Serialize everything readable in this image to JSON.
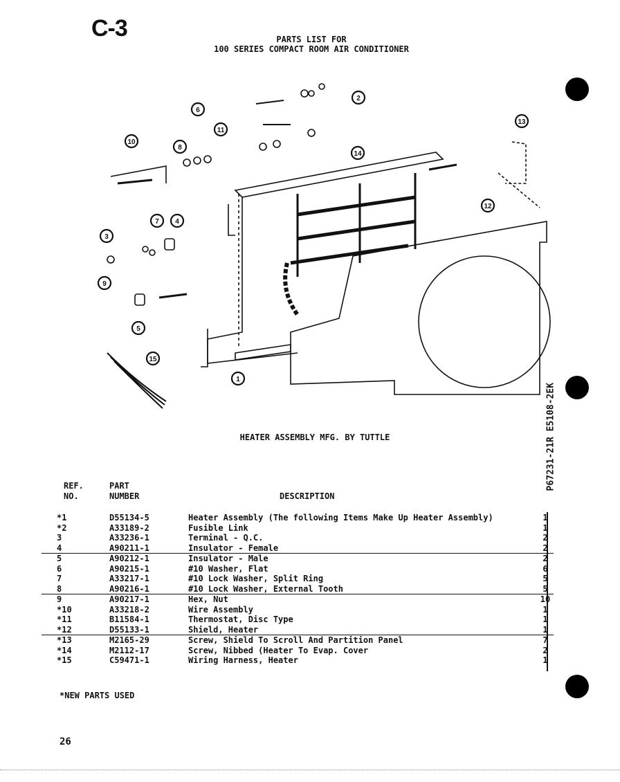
{
  "page_code": "C-3",
  "title_line1": "PARTS LIST FOR",
  "title_line2": "100 SERIES COMPACT ROOM AIR CONDITIONER",
  "caption": "HEATER ASSEMBLY MFG. BY TUTTLE",
  "side_code": "P67231-21R E5108-2EK",
  "headers": {
    "ref_line1": "REF.",
    "ref_line2": "NO.",
    "part_line1": "PART",
    "part_line2": "NUMBER",
    "description": "DESCRIPTION"
  },
  "rows": [
    {
      "ref": "*1",
      "part": "D55134-5",
      "desc": "Heater Assembly (The following Items Make Up Heater Assembly)",
      "qty": "1"
    },
    {
      "ref": "*2",
      "part": "A33189-2",
      "desc": "Fusible Link",
      "qty": "1"
    },
    {
      "ref": "3",
      "part": "A33236-1",
      "desc": "Terminal - Q.C.",
      "qty": "2"
    },
    {
      "ref": "4",
      "part": "A90211-1",
      "desc": "Insulator - Female",
      "qty": "2"
    },
    {
      "ref": "5",
      "part": "A90212-1",
      "desc": "Insulator - Male",
      "qty": "2"
    },
    {
      "ref": "6",
      "part": "A90215-1",
      "desc": "#10 Washer, Flat",
      "qty": "6"
    },
    {
      "ref": "7",
      "part": "A33217-1",
      "desc": "#10 Lock Washer, Split Ring",
      "qty": "5"
    },
    {
      "ref": "8",
      "part": "A90216-1",
      "desc": "#10 Lock Washer, External Tooth",
      "qty": "5"
    },
    {
      "ref": "9",
      "part": "A90217-1",
      "desc": "Hex, Nut",
      "qty": "10"
    },
    {
      "ref": "*10",
      "part": "A33218-2",
      "desc": "Wire Assembly",
      "qty": "1"
    },
    {
      "ref": "*11",
      "part": "B11584-1",
      "desc": "Thermostat, Disc Type",
      "qty": "1"
    },
    {
      "ref": "*12",
      "part": "D55133-1",
      "desc": "Shield, Heater",
      "qty": "1"
    },
    {
      "ref": "*13",
      "part": "M2165-29",
      "desc": "Screw, Shield To Scroll And Partition Panel",
      "qty": "7"
    },
    {
      "ref": "*14",
      "part": "M2112-17",
      "desc": "Screw, Nibbed (Heater To Evap. Cover",
      "qty": "2"
    },
    {
      "ref": "*15",
      "part": "C59471-1",
      "desc": "Wiring Harness, Heater",
      "qty": "1"
    }
  ],
  "callouts": [
    "1",
    "2",
    "3",
    "4",
    "5",
    "6",
    "7",
    "8",
    "9",
    "10",
    "11",
    "12",
    "13",
    "14",
    "15"
  ],
  "note": "*NEW PARTS USED",
  "page_number": "26"
}
